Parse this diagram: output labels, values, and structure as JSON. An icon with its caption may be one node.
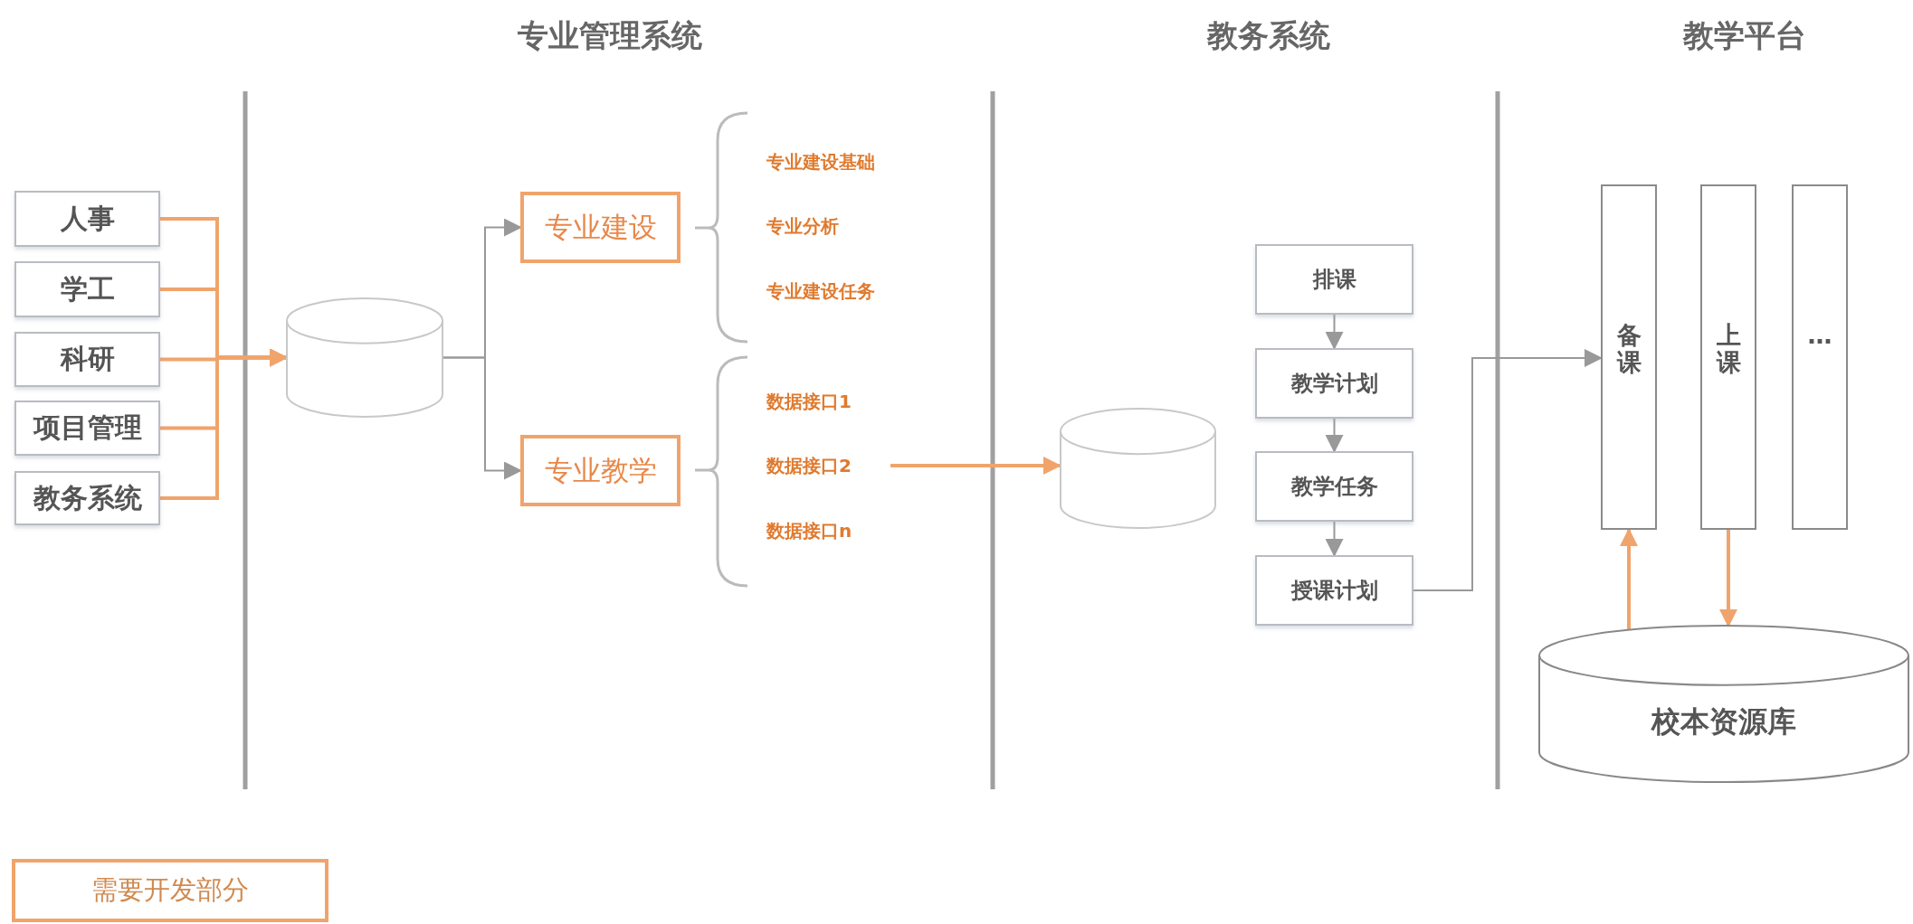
{
  "diagram": {
    "nodes": [
      {
        "text": [
          "人事"
        ]
      },
      {
        "text": [
          "学工"
        ]
      },
      {
        "text": [
          "科研"
        ]
      },
      {
        "text": [
          "项目管理"
        ]
      },
      {
        "text": [
          "教务系统"
        ]
      },
      {
        "text": [],
        "shape": "cylinder"
      },
      {
        "text": [
          "专业建设"
        ]
      },
      {
        "text": [
          "专业教学"
        ]
      },
      {
        "text": [
          "数据接口2"
        ]
      },
      {
        "text": [],
        "shape": "cylinder"
      },
      {
        "text": [
          "排课"
        ]
      },
      {
        "text": [
          "教学计划"
        ]
      },
      {
        "text": [
          "教学任务"
        ]
      },
      {
        "text": [
          "授课计划"
        ]
      },
      {
        "text": [
          "备课"
        ]
      },
      {
        "text": [
          "上课"
        ]
      },
      {
        "text": [
          "…"
        ]
      },
      {
        "text": [
          "校本资源库"
        ]
      }
    ],
    "edges": [
      {
        "from": 0,
        "to": 5,
        "arrow": "to"
      },
      {
        "from": 1,
        "to": 5,
        "arrow": "to"
      },
      {
        "from": 2,
        "to": 5,
        "arrow": "to"
      },
      {
        "from": 3,
        "to": 5,
        "arrow": "to"
      },
      {
        "from": 4,
        "to": 5,
        "arrow": "to"
      },
      {
        "from": 5,
        "to": 6,
        "arrow": "to",
        "color": "#999999"
      },
      {
        "from": 5,
        "to": 7,
        "arrow": "to",
        "color": "#999999"
      },
      {
        "from": 8,
        "to": 9,
        "arrow": "to"
      },
      {
        "from": 10,
        "to": 11,
        "arrow": "to",
        "color": "#999999"
      },
      {
        "from": 11,
        "to": 12,
        "arrow": "to",
        "color": "#999999"
      },
      {
        "from": 12,
        "to": 13,
        "arrow": "to",
        "color": "#999999"
      },
      {
        "from": 13,
        "to": 14,
        "arrow": "to",
        "color": "#999999"
      },
      {
        "from": 17,
        "to": 14,
        "arrow": "to"
      },
      {
        "from": 15,
        "to": 17,
        "arrow": "to"
      }
    ],
    "labels": [
      "专业管理系统",
      "教务系统",
      "教学平台",
      "专业建设基础",
      "专业分析",
      "专业建设任务",
      "数据接口1",
      "数据接口n"
    ],
    "legend": [
      {
        "text": "需要开发部分"
      }
    ]
  }
}
